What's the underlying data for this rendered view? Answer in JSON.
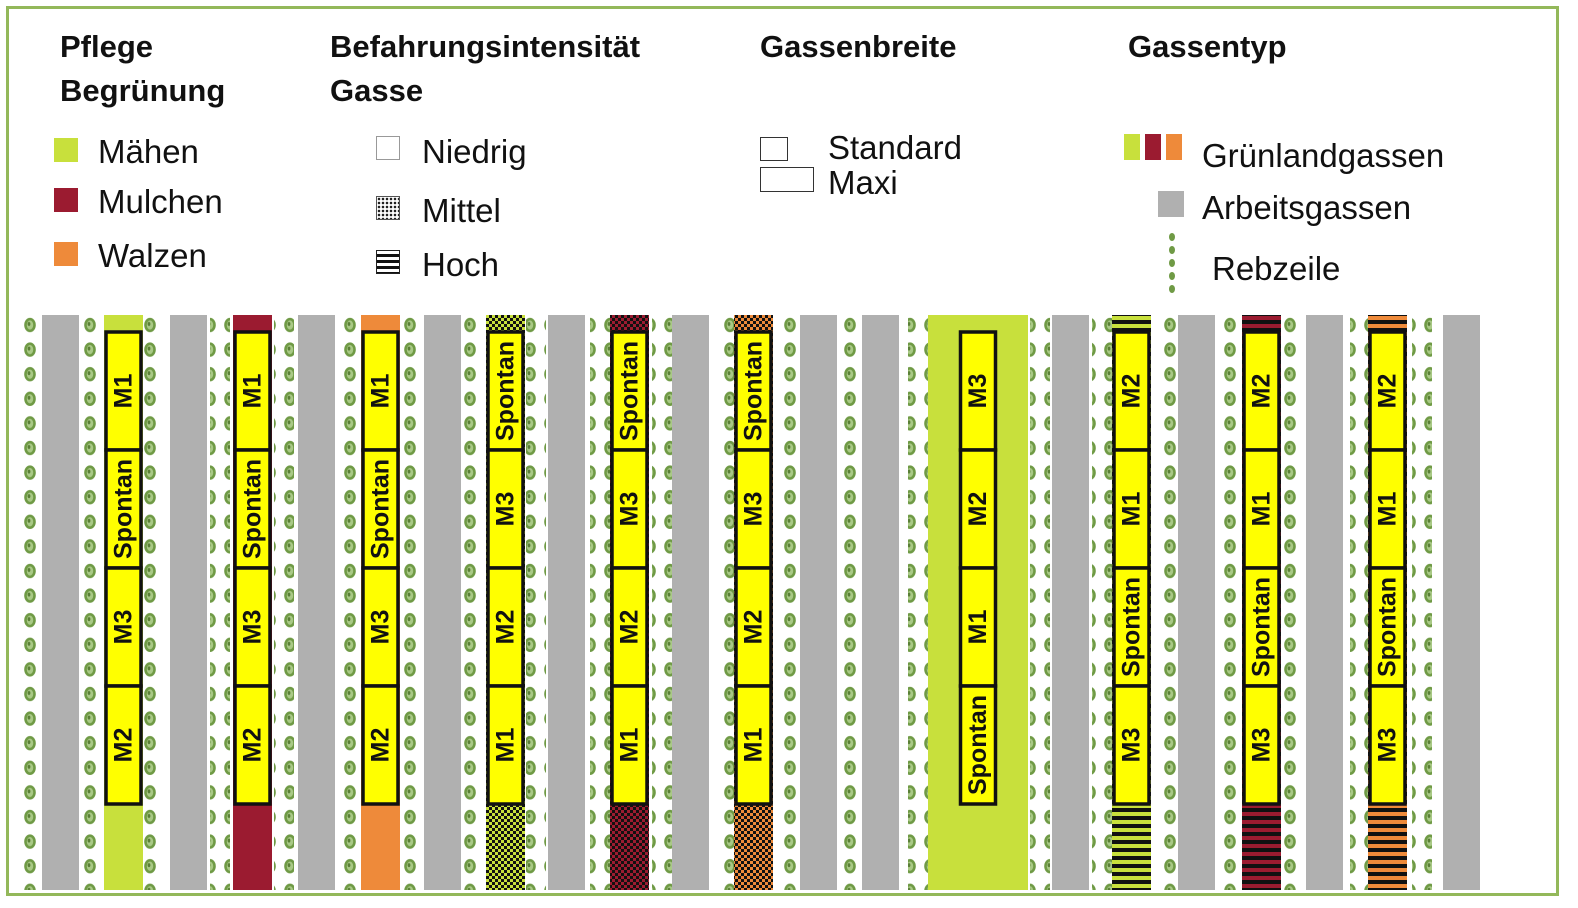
{
  "colors": {
    "maehen": "#c8e03c",
    "mulchen": "#9b1b30",
    "walzen": "#ee8a3a",
    "arbeitsgasse": "#b0b0b0",
    "module": "#ffff00",
    "frame": "#93b85a",
    "vine": "#6f9a45"
  },
  "legend": {
    "pflege": {
      "title_line1": "Pflege",
      "title_line2": "Begrünung",
      "items": [
        "Mähen",
        "Mulchen",
        "Walzen"
      ]
    },
    "befahrung": {
      "title_line1": "Befahrungsintensität",
      "title_line2": "Gasse",
      "items": [
        "Niedrig",
        "Mittel",
        "Hoch"
      ]
    },
    "gassenbreite": {
      "title": "Gassenbreite",
      "items": [
        "Standard",
        "Maxi"
      ]
    },
    "gassentyp": {
      "title": "Gassentyp",
      "items": [
        "Grünlandgassen",
        "Arbeitsgassen",
        "Rebzeile"
      ]
    }
  },
  "lanes": [
    {
      "care": "maehen",
      "intensity": "niedrig",
      "width": "standard",
      "modules": [
        "M1",
        "Spontan",
        "M3",
        "M2"
      ]
    },
    {
      "care": "mulchen",
      "intensity": "niedrig",
      "width": "standard",
      "modules": [
        "M1",
        "Spontan",
        "M3",
        "M2"
      ]
    },
    {
      "care": "walzen",
      "intensity": "niedrig",
      "width": "standard",
      "modules": [
        "M1",
        "Spontan",
        "M3",
        "M2"
      ]
    },
    {
      "care": "maehen",
      "intensity": "mittel",
      "width": "standard",
      "modules": [
        "Spontan",
        "M3",
        "M2",
        "M1"
      ]
    },
    {
      "care": "mulchen",
      "intensity": "mittel",
      "width": "standard",
      "modules": [
        "Spontan",
        "M3",
        "M2",
        "M1"
      ]
    },
    {
      "care": "walzen",
      "intensity": "mittel",
      "width": "standard",
      "modules": [
        "Spontan",
        "M3",
        "M2",
        "M1"
      ]
    },
    {
      "care": "maehen",
      "intensity": "niedrig",
      "width": "maxi",
      "modules": [
        "M3",
        "M2",
        "M1",
        "Spontan"
      ]
    },
    {
      "care": "maehen",
      "intensity": "hoch",
      "width": "standard",
      "modules": [
        "M2",
        "M1",
        "Spontan",
        "M3"
      ]
    },
    {
      "care": "mulchen",
      "intensity": "hoch",
      "width": "standard",
      "modules": [
        "M2",
        "M1",
        "Spontan",
        "M3"
      ]
    },
    {
      "care": "walzen",
      "intensity": "hoch",
      "width": "standard",
      "modules": [
        "M2",
        "M1",
        "Spontan",
        "M3"
      ]
    }
  ]
}
